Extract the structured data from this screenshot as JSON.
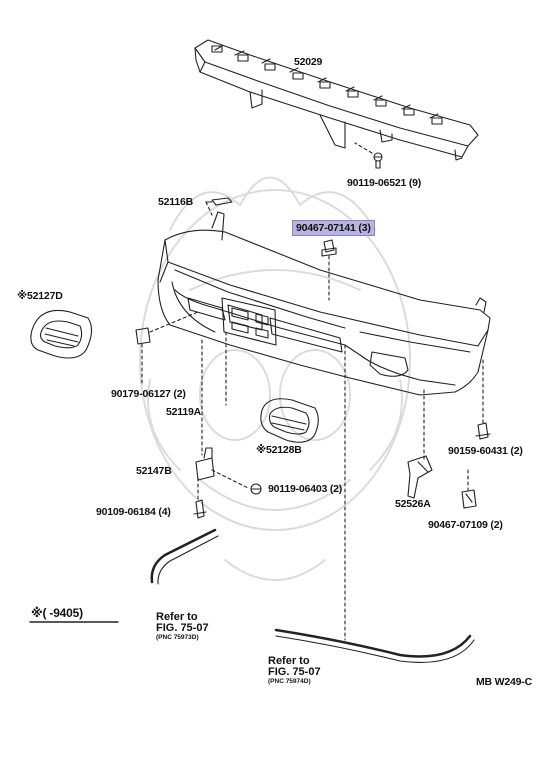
{
  "diagram": {
    "parts": {
      "p52029": "52029",
      "p90119_06521": "90119-06521 (9)",
      "p52116b": "52116B",
      "p90467_07141": "90467-07141 (3)",
      "p52127d": "※52127D",
      "p90179_06127": "90179-06127 (2)",
      "p52119a": "52119A",
      "p52128b": "※52128B",
      "p90159_60431": "90159-60431 (2)",
      "p52147b": "52147B",
      "p90119_06403": "90119-06403 (2)",
      "p90109_06184": "90109-06184 (4)",
      "p52526a": "52526A",
      "p90467_07109": "90467-07109 (2)"
    },
    "note": "※(      -9405)",
    "ref_left": {
      "line1": "Refer to",
      "line2": "FIG. 75-07",
      "line3": "(PNC 75973D)"
    },
    "ref_right": {
      "line1": "Refer to",
      "line2": "FIG. 75-07",
      "line3": "(PNC 75974D)"
    },
    "code": "MB W249-C",
    "colors": {
      "highlight": "#b9b3e0",
      "ink": "#111111",
      "watermark": "#d8d8d8"
    }
  }
}
